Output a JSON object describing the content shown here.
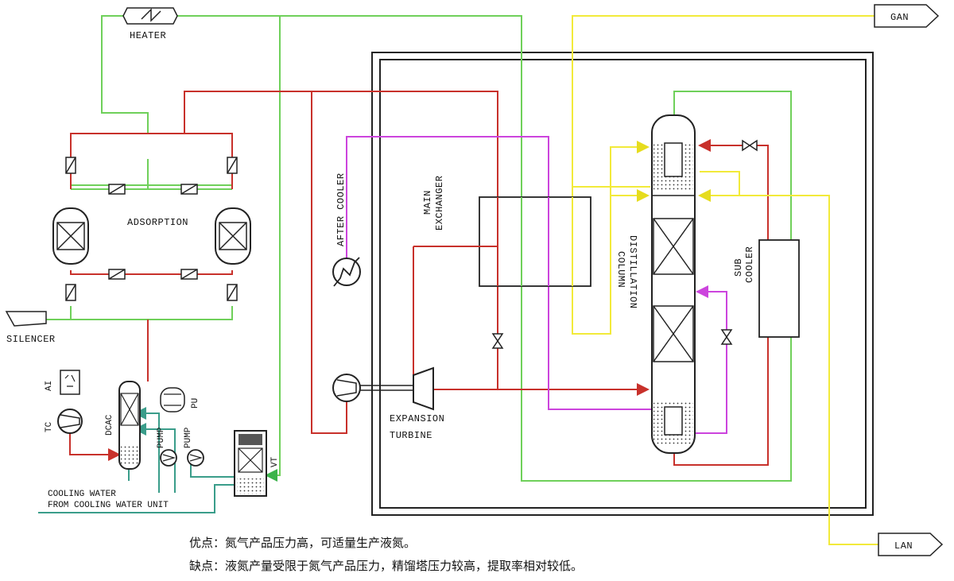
{
  "labels": {
    "heater": "HEATER",
    "adsorption": "ADSORPTION",
    "silencer": "SILENCER",
    "after_cooler": "AFTER COOLER",
    "main_exchanger_line1": "MAIN",
    "main_exchanger_line2": "EXCHANGER",
    "expansion_line1": "EXPANSION",
    "expansion_line2": "TURBINE",
    "distillation_line1": "DISTILLATION",
    "distillation_line2": "COLUMN",
    "sub_cooler_line1": "SUB",
    "sub_cooler_line2": "COOLER",
    "gan": "GAN",
    "lan": "LAN",
    "cooling_water_line1": "COOLING WATER",
    "cooling_water_line2": "FROM COOLING WATER UNIT",
    "ai": "AI",
    "tc": "TC",
    "dcac": "DCAC",
    "pu": "PU",
    "pump_1": "PUMP",
    "pump_2": "PUMP",
    "vt": "VT"
  },
  "notes": {
    "advantages": "优点：氮气产品压力高，可适量生产液氮。",
    "disadvantages": "缺点：液氮产量受限于氮气产品压力，精馏塔压力较高，提取率相对较低。"
  },
  "colors": {
    "red_line": "#c8312b",
    "green_line": "#6fd05a",
    "magenta_line": "#cc44dd",
    "yellow_line": "#f2ea3a",
    "teal_line": "#3a9d8a",
    "outline": "#222222"
  }
}
